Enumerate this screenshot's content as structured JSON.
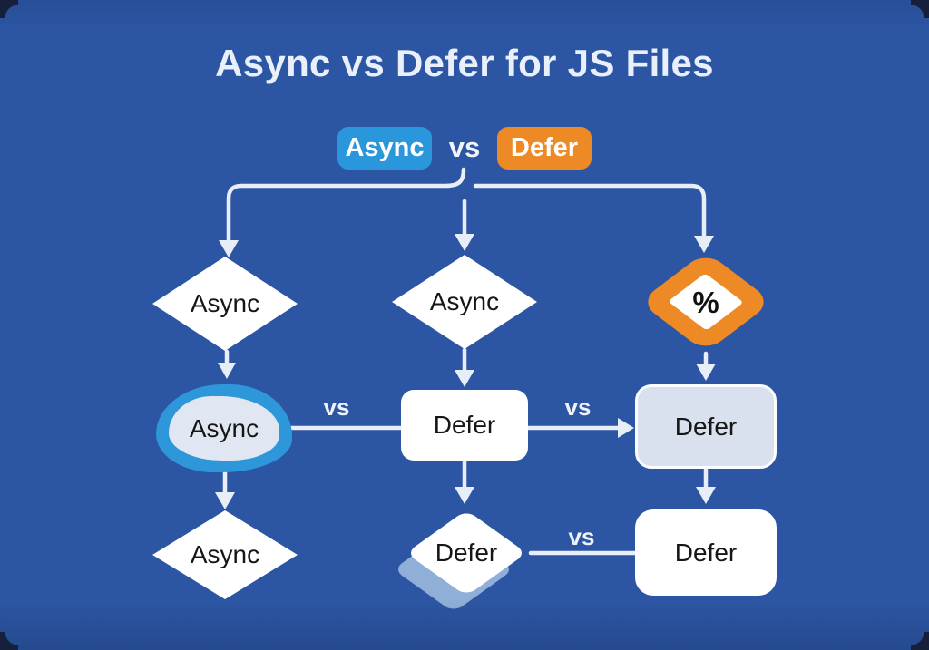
{
  "title": "Async vs Defer for JS Files",
  "header": {
    "async_badge": "Async",
    "vs_label": "vs",
    "defer_badge": "Defer"
  },
  "nodes": {
    "col1": {
      "row1": "Async",
      "row2": "Async",
      "row3": "Async"
    },
    "col2": {
      "row1": "Async",
      "row2": "Defer",
      "row3": "Defer"
    },
    "col3": {
      "row1": "%",
      "row2": "Defer",
      "row3": "Defer"
    }
  },
  "vs_labels": {
    "row2_left": "vs",
    "row2_right": "vs",
    "row3": "vs"
  },
  "colors": {
    "background": "#2c56a4",
    "connector": "#e8eef8",
    "badge_blue": "#2a97dc",
    "badge_orange": "#ee8a26",
    "blob_outer": "#2e97da",
    "blob_inner": "#e0e7f2",
    "node_white": "#ffffff",
    "light_rect_fill": "#d9e1ee",
    "shadow_diamond": "#8fafd9",
    "node_text": "#161616",
    "title_text": "#e9f0fb"
  }
}
